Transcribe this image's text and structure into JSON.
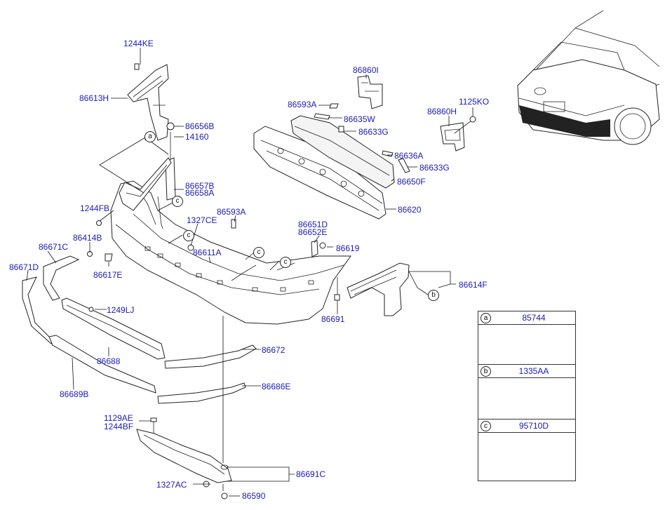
{
  "labels": {
    "l1244KE": "1244KE",
    "l86613H": "86613H",
    "l86656B": "86656B",
    "l14160": "14160",
    "l86657B": "86657B",
    "l86658A": "86658A",
    "l1244FB": "1244FB",
    "l1327CE": "1327CE",
    "l86593A_low": "86593A",
    "l86414B": "86414B",
    "l86671C": "86671C",
    "l86671D": "86671D",
    "l86611A": "86611A",
    "l86617E": "86617E",
    "l1249LJ": "1249LJ",
    "l86688": "86688",
    "l86689B": "86689B",
    "l86672": "86672",
    "l86686E": "86686E",
    "l1129AE": "1129AE",
    "l1244BF": "1244BF",
    "l1327AC": "1327AC",
    "l86590": "86590",
    "l86691C": "86691C",
    "l86691": "86691",
    "l86651D": "86651D",
    "l86652E": "86652E",
    "l86619": "86619",
    "l86614F": "86614F",
    "l86620": "86620",
    "l86650F": "86650F",
    "l86633G_right": "86633G",
    "l86636A": "86636A",
    "l86633G_left": "86633G",
    "l86635W": "86635W",
    "l86593A_top": "86593A",
    "l86860I": "86860I",
    "l86860H": "86860H",
    "l1125KO": "1125KO"
  },
  "callouts": {
    "a": "a",
    "b": "b",
    "c": "c"
  },
  "legend": [
    {
      "letter": "a",
      "part": "85744"
    },
    {
      "letter": "b",
      "part": "1335AA"
    },
    {
      "letter": "c",
      "part": "95710D"
    }
  ],
  "colors": {
    "label": "#1a1ab8",
    "line": "#222222"
  }
}
